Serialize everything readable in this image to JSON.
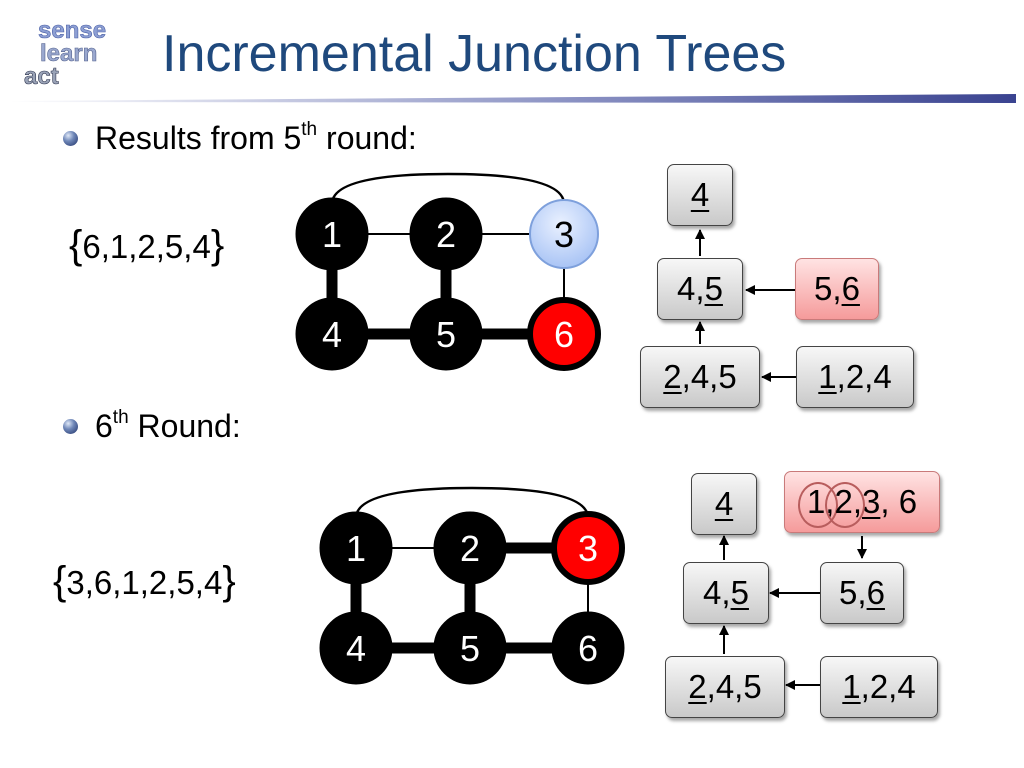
{
  "logo": {
    "line1": "sense",
    "line2": "learn",
    "line3": "act"
  },
  "title": "Incremental Junction Trees",
  "colors": {
    "title": "#1f497d",
    "observed_red": "#ff0000",
    "query_blue": "#a9c4f5",
    "pink_box": "#f5a9a9",
    "gray_box": "#d9d9d9"
  },
  "sections": [
    {
      "bullet": {
        "text": "Results from 5",
        "sup": "th",
        "suffix": " round:"
      },
      "order": {
        "open": "{",
        "text": "6,1,2,5,4",
        "close": "}"
      },
      "graph": {
        "nodes": [
          {
            "id": "1",
            "style": "black"
          },
          {
            "id": "2",
            "style": "black"
          },
          {
            "id": "3",
            "style": "blue"
          },
          {
            "id": "4",
            "style": "black"
          },
          {
            "id": "5",
            "style": "black"
          },
          {
            "id": "6",
            "style": "red"
          }
        ]
      },
      "tree": {
        "boxes": [
          {
            "id": "t4",
            "style": "gray",
            "parts": [
              {
                "t": "4",
                "u": true
              }
            ]
          },
          {
            "id": "t45",
            "style": "gray",
            "parts": [
              {
                "t": "4,"
              },
              {
                "t": "5",
                "u": true
              }
            ]
          },
          {
            "id": "t56",
            "style": "pink",
            "parts": [
              {
                "t": "5,"
              },
              {
                "t": "6",
                "u": true
              }
            ]
          },
          {
            "id": "t245",
            "style": "gray",
            "parts": [
              {
                "t": "2",
                "u": true
              },
              {
                "t": ",4,5"
              }
            ]
          },
          {
            "id": "t124",
            "style": "gray",
            "parts": [
              {
                "t": "1",
                "u": true
              },
              {
                "t": ",2,4"
              }
            ]
          }
        ]
      }
    },
    {
      "bullet": {
        "text": "6",
        "sup": "th",
        "suffix": " Round:"
      },
      "order": {
        "open": "{",
        "text": "3,6,1,2,5,4",
        "close": "}"
      },
      "graph": {
        "nodes": [
          {
            "id": "1",
            "style": "black"
          },
          {
            "id": "2",
            "style": "black"
          },
          {
            "id": "3",
            "style": "red"
          },
          {
            "id": "4",
            "style": "black"
          },
          {
            "id": "5",
            "style": "black"
          },
          {
            "id": "6",
            "style": "black"
          }
        ]
      },
      "tree": {
        "boxes": [
          {
            "id": "t4",
            "style": "gray",
            "parts": [
              {
                "t": "4",
                "u": true
              }
            ]
          },
          {
            "id": "t1236",
            "style": "pink",
            "parts": [
              {
                "t": "1",
                "ring": true
              },
              {
                "t": ","
              },
              {
                "t": "2",
                "ring": true
              },
              {
                "t": ","
              },
              {
                "t": "3",
                "u": true
              },
              {
                "t": ", 6"
              }
            ]
          },
          {
            "id": "t45",
            "style": "gray",
            "parts": [
              {
                "t": "4,"
              },
              {
                "t": "5",
                "u": true
              }
            ]
          },
          {
            "id": "t56",
            "style": "gray",
            "parts": [
              {
                "t": "5,"
              },
              {
                "t": "6",
                "u": true
              }
            ]
          },
          {
            "id": "t245",
            "style": "gray",
            "parts": [
              {
                "t": "2",
                "u": true
              },
              {
                "t": ",4,5"
              }
            ]
          },
          {
            "id": "t124",
            "style": "gray",
            "parts": [
              {
                "t": "1",
                "u": true
              },
              {
                "t": ",2,4"
              }
            ]
          }
        ]
      }
    }
  ]
}
